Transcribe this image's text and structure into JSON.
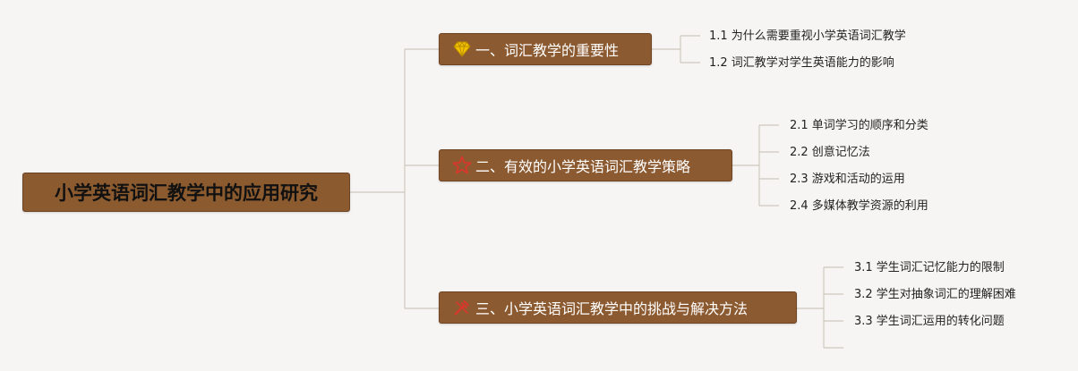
{
  "root": {
    "label": "小学英语词汇教学中的应用研究"
  },
  "branches": [
    {
      "label": "一、词汇教学的重要性",
      "icon": "diamond-icon",
      "icon_color": "#f2c200",
      "children": [
        "1.1 为什么需要重视小学英语词汇教学",
        "1.2 词汇教学对学生英语能力的影响"
      ]
    },
    {
      "label": "二、有效的小学英语词汇教学策略",
      "icon": "star-icon",
      "icon_color": "#d9382c",
      "children": [
        "2.1 单词学习的顺序和分类",
        "2.2 创意记忆法",
        "2.3 游戏和活动的运用",
        "2.4 多媒体教学资源的利用"
      ]
    },
    {
      "label": "三、小学英语词汇教学中的挑战与解决方法",
      "icon": "tools-icon",
      "icon_color": "#d9382c",
      "children": [
        "3.1 学生词汇记忆能力的限制",
        "3.2 学生对抽象词汇的理解困难",
        "3.3 学生词汇运用的转化问题"
      ]
    }
  ],
  "colors": {
    "node_fill": "#8c5a30",
    "connector": "#cfc7c0",
    "background": "#f7f5f3"
  }
}
